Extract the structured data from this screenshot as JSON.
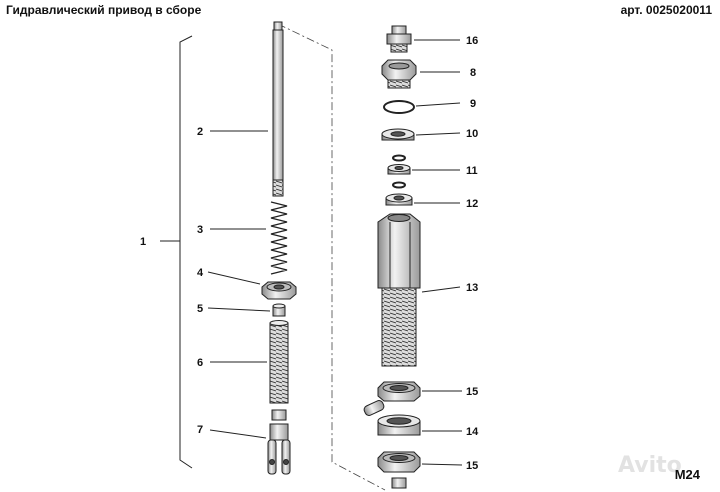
{
  "header": {
    "title": "Гидравлический привод в сборе",
    "article": "арт. 0025020011"
  },
  "drawing_code": "M24",
  "watermark": "Avito",
  "callouts": [
    {
      "id": "1",
      "part": "assembly-bracket"
    },
    {
      "id": "2",
      "part": "piston-rod"
    },
    {
      "id": "3",
      "part": "spring"
    },
    {
      "id": "4",
      "part": "hex-nut"
    },
    {
      "id": "5",
      "part": "bushing"
    },
    {
      "id": "6",
      "part": "threaded-sleeve"
    },
    {
      "id": "7",
      "part": "clevis-fork"
    },
    {
      "id": "16",
      "part": "hose-fitting"
    },
    {
      "id": "8",
      "part": "hex-adapter"
    },
    {
      "id": "9",
      "part": "o-ring"
    },
    {
      "id": "10",
      "part": "washer"
    },
    {
      "id": "11",
      "part": "seal-set"
    },
    {
      "id": "12",
      "part": "seal-ring"
    },
    {
      "id": "13",
      "part": "cylinder-body"
    },
    {
      "id": "15",
      "part": "lock-nut-upper"
    },
    {
      "id": "14",
      "part": "mounting-collar"
    },
    {
      "id": "15",
      "part": "lock-nut-lower"
    }
  ]
}
